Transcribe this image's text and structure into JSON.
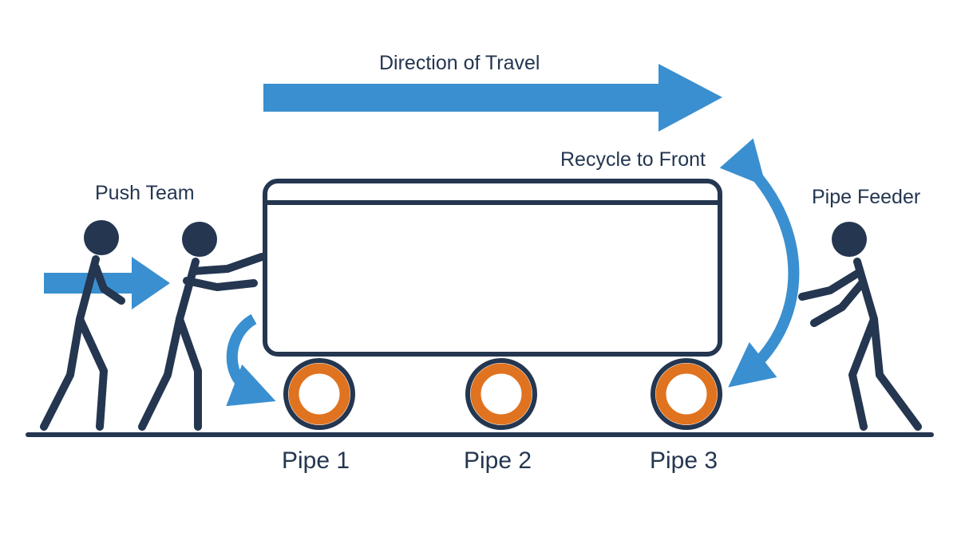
{
  "labels": {
    "direction": "Direction of Travel",
    "recycle": "Recycle to Front",
    "push_team": "Push Team",
    "pipe_feeder": "Pipe Feeder"
  },
  "pipes": [
    {
      "label": "Pipe 1"
    },
    {
      "label": "Pipe 2"
    },
    {
      "label": "Pipe 3"
    }
  ],
  "colors": {
    "stroke": "#243650",
    "arrow": "#3a8fd0",
    "pipe": "#e0731f",
    "background": "#ffffff"
  }
}
